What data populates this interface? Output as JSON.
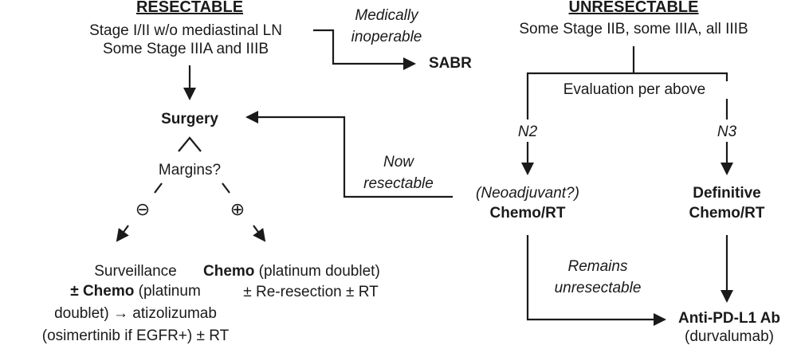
{
  "resectable": {
    "heading": "RESECTABLE",
    "line1": "Stage I/II w/o mediastinal LN",
    "line2": "Some Stage IIIA and IIIB"
  },
  "unresectable": {
    "heading": "UNRESECTABLE",
    "line1": "Some Stage IIB, some IIIA, all IIIB"
  },
  "medically_inoperable": {
    "line1": "Medically",
    "line2": "inoperable"
  },
  "sabr": "SABR",
  "surgery": "Surgery",
  "margins": "Margins?",
  "neg_symbol": "⊖",
  "pos_symbol": "⊕",
  "now_resectable": {
    "line1": "Now",
    "line2": "resectable"
  },
  "evaluation": "Evaluation per above",
  "n2": "N2",
  "n3": "N3",
  "neoadjuvant": {
    "line1": "(Neoadjuvant?)",
    "line2": "Chemo/RT"
  },
  "definitive": {
    "line1": "Definitive",
    "line2": "Chemo/RT"
  },
  "surveillance": {
    "line1": "Surveillance",
    "line2_bold": "± Chemo",
    "line2_rest": " (platinum",
    "line3": "doublet) → atizolizumab",
    "line4": "(osimertinib if EGFR+) ± RT"
  },
  "chemo_pos": {
    "line1_bold": "Chemo",
    "line1_rest": " (platinum doublet)",
    "line2": "± Re-resection ± RT"
  },
  "remains_unresectable": {
    "line1": "Remains",
    "line2": "unresectable"
  },
  "anti_pdl1": {
    "line1": "Anti-PD-L1 Ab",
    "line2": "(durvalumab)"
  }
}
